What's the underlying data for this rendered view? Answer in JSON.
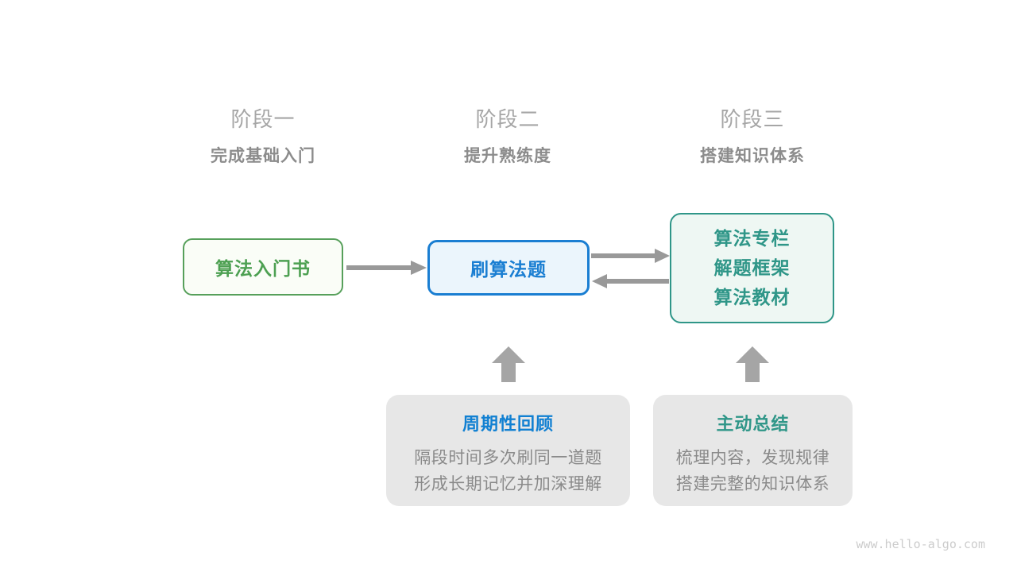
{
  "stages": [
    {
      "label": "阶段一",
      "subtitle": "完成基础入门"
    },
    {
      "label": "阶段二",
      "subtitle": "提升熟练度"
    },
    {
      "label": "阶段三",
      "subtitle": "搭建知识体系"
    }
  ],
  "nodes": {
    "intro_book": {
      "label": "算法入门书"
    },
    "practice": {
      "label": "刷算法题"
    },
    "resources": {
      "lines": [
        "算法专栏",
        "解题框架",
        "算法教材"
      ]
    }
  },
  "notes": [
    {
      "title": "周期性回顾",
      "lines": [
        "隔段时间多次刷同一道题",
        "形成长期记忆并加深理解"
      ]
    },
    {
      "title": "主动总结",
      "lines": [
        "梳理内容，发现规律",
        "搭建完整的知识体系"
      ]
    }
  ],
  "watermark": "www.hello-algo.com",
  "colors": {
    "stage_label": "#a6a6a6",
    "stage_subtitle": "#8c8c8c",
    "green": "#4da052",
    "green_bg": "#fafdf7",
    "blue": "#1a7ed2",
    "blue_bg": "#ebf5fc",
    "teal": "#2f9688",
    "teal_bg": "#eef7f3",
    "note_bg": "#e7e7e7",
    "note_title_blue": "#1180d2",
    "note_body": "#8a8a8a",
    "arrow": "#999999",
    "block_arrow": "#a5a5a5",
    "watermark": "#cccccc"
  }
}
